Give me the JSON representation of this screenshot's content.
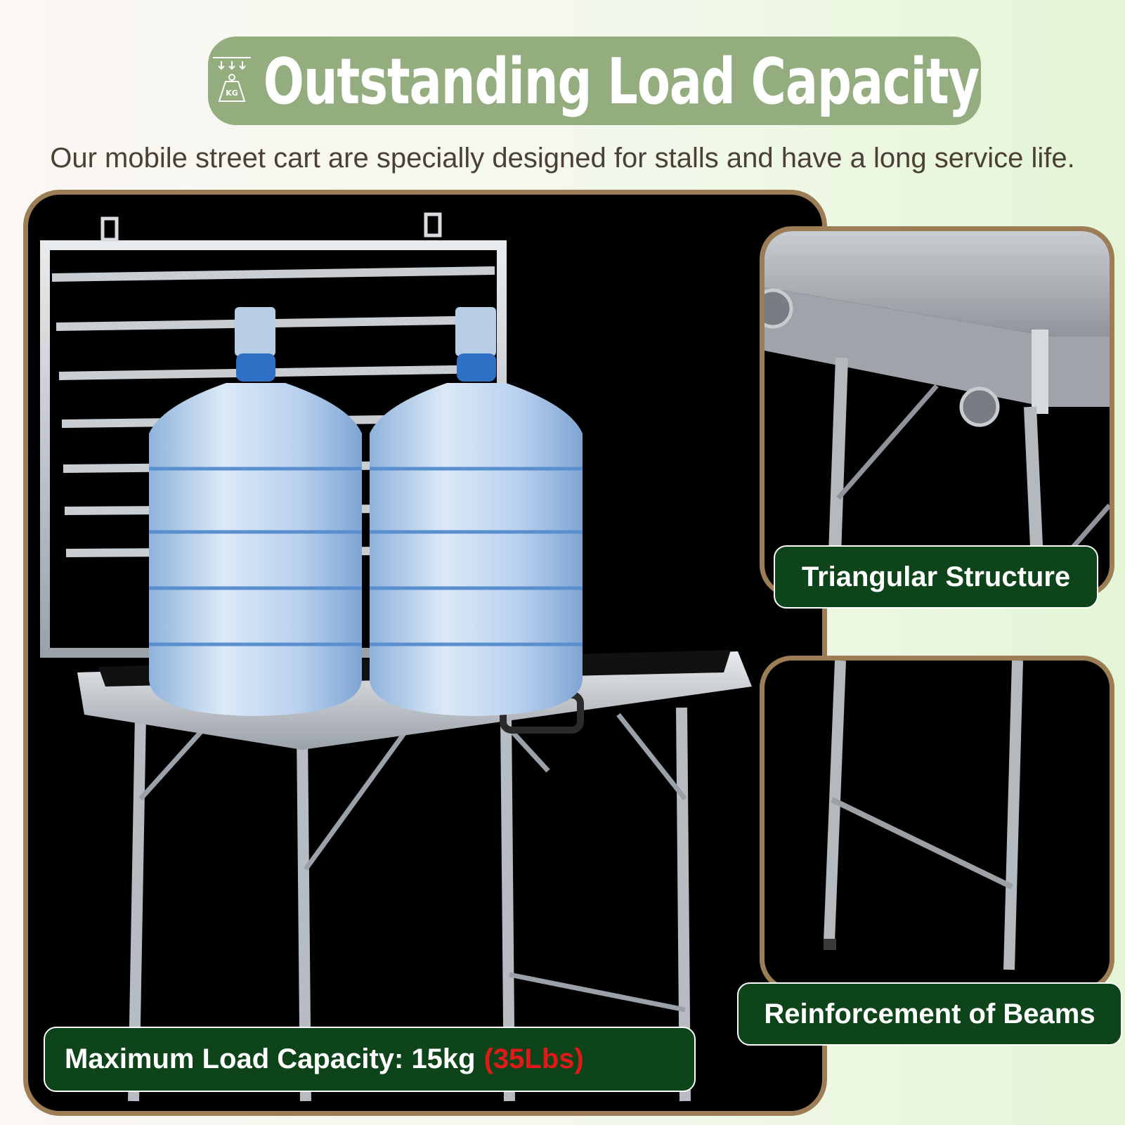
{
  "header": {
    "title": "Outstanding Load Capacity",
    "icon": "weight-kg-icon",
    "icon_text": "KG"
  },
  "subtitle": "Our mobile street cart are specially designed for stalls and have a long service life.",
  "main_image": {
    "label_prefix": "Maximum Load Capacity: 15kg",
    "label_highlight": "(35Lbs)"
  },
  "detail_images": [
    {
      "label": "Triangular Structure"
    },
    {
      "label": "Reinforcement of Beams"
    }
  ],
  "colors": {
    "pill": "#93ad7f",
    "label_bg": "#0d4419",
    "highlight": "#e0191b",
    "frame_border": "#9c7d55"
  }
}
